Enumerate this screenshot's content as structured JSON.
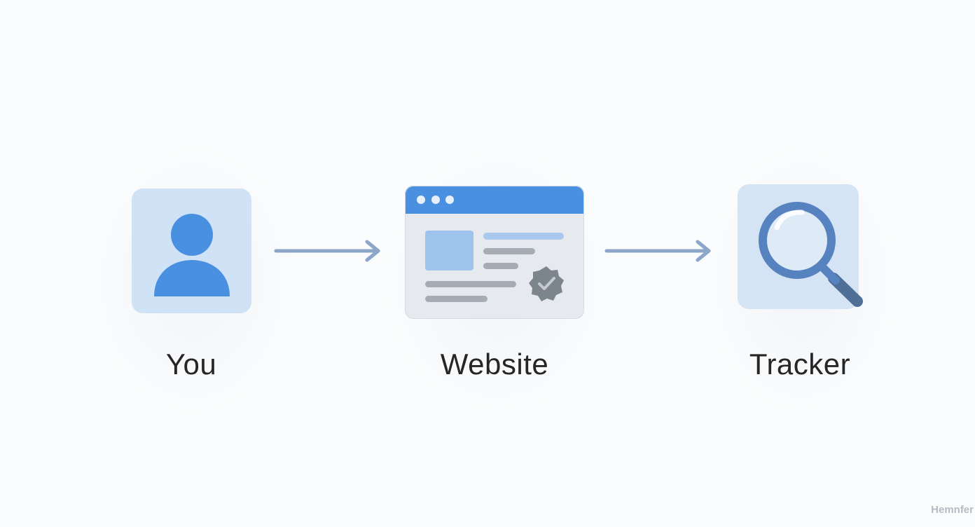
{
  "nodes": [
    {
      "id": "you",
      "label": "You",
      "icon": "user-icon"
    },
    {
      "id": "website",
      "label": "Website",
      "icon": "browser-window-icon"
    },
    {
      "id": "tracker",
      "label": "Tracker",
      "icon": "magnifying-glass-icon"
    }
  ],
  "edges": [
    {
      "from": "you",
      "to": "website",
      "icon": "arrow-right-icon"
    },
    {
      "from": "website",
      "to": "tracker",
      "icon": "arrow-right-icon"
    }
  ],
  "watermark": "Hemnfer",
  "colors": {
    "tile_light_blue": "#cfe2f6",
    "accent_blue": "#4a90e0",
    "arrow": "#8ba6c9",
    "browser_body": "#e6e9ee",
    "gray_lines": "#a6acb3",
    "badge": "#7c858c",
    "magnifier": "#5682c0",
    "tracker_tile": "#d4e4f4",
    "label_text": "#262626"
  }
}
